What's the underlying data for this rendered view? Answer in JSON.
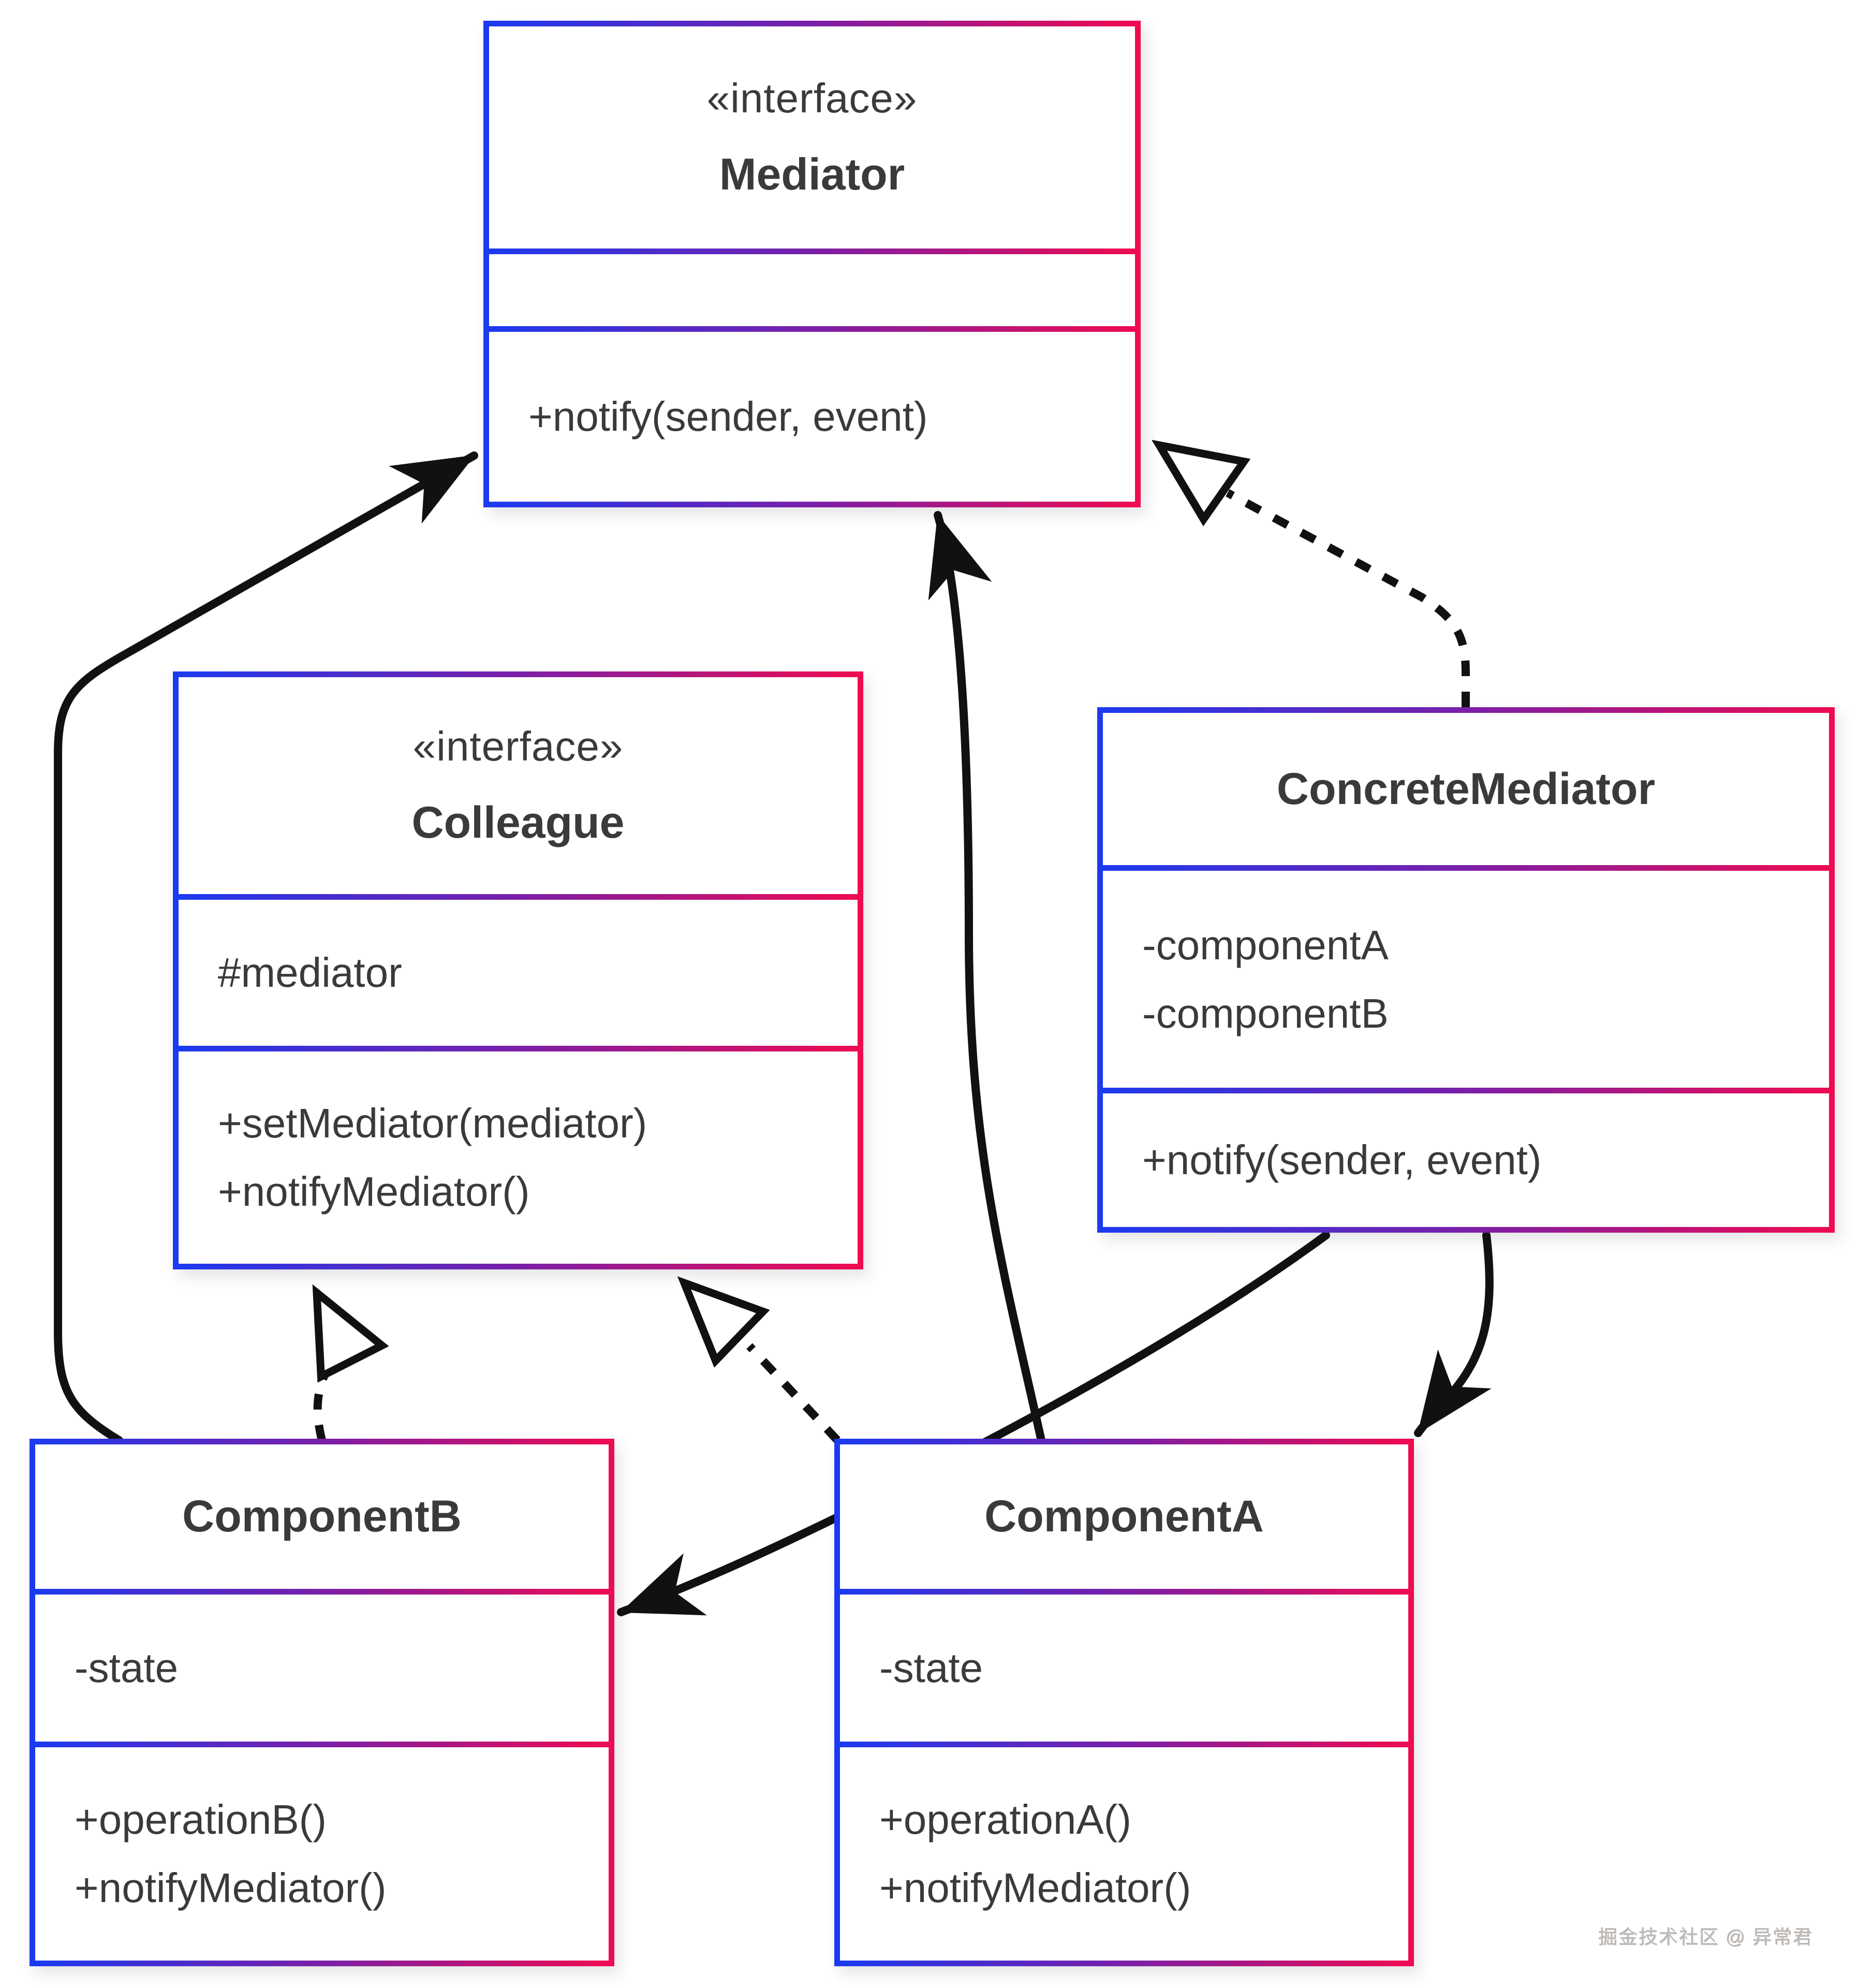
{
  "diagram": {
    "kind": "uml-class-diagram",
    "pattern": "Mediator",
    "background_color": "#ffffff",
    "accent_gradient": {
      "start": "#1c3af0",
      "mid": "#7a1fa8",
      "end": "#ee0b51"
    },
    "edge_color": "#111111",
    "text_color": "#3a3a3a",
    "classes": [
      {
        "id": "mediator",
        "stereotype": "«interface»",
        "name": "Mediator",
        "attributes": [],
        "methods": [
          "+notify(sender, event)"
        ]
      },
      {
        "id": "colleague",
        "stereotype": "«interface»",
        "name": "Colleague",
        "attributes": [
          "#mediator"
        ],
        "methods": [
          "+setMediator(mediator)",
          "+notifyMediator()"
        ]
      },
      {
        "id": "concrete_mediator",
        "stereotype": "",
        "name": "ConcreteMediator",
        "attributes": [
          "-componentA",
          "-componentB"
        ],
        "methods": [
          "+notify(sender, event)"
        ]
      },
      {
        "id": "component_b",
        "stereotype": "",
        "name": "ComponentB",
        "attributes": [
          "-state"
        ],
        "methods": [
          "+operationB()",
          "+notifyMediator()"
        ]
      },
      {
        "id": "component_a",
        "stereotype": "",
        "name": "ComponentA",
        "attributes": [
          "-state"
        ],
        "methods": [
          "+operationA()",
          "+notifyMediator()"
        ]
      }
    ],
    "relationships": [
      {
        "from": "ComponentB",
        "to": "Mediator",
        "type": "association",
        "style": "solid-open-arrow"
      },
      {
        "from": "ComponentA",
        "to": "Mediator",
        "type": "association",
        "style": "solid-open-arrow"
      },
      {
        "from": "ConcreteMediator",
        "to": "Mediator",
        "type": "realization",
        "style": "dashed-hollow-triangle"
      },
      {
        "from": "ComponentB",
        "to": "Colleague",
        "type": "realization",
        "style": "dashed-hollow-triangle"
      },
      {
        "from": "ComponentA",
        "to": "Colleague",
        "type": "realization",
        "style": "dashed-hollow-triangle"
      },
      {
        "from": "ConcreteMediator",
        "to": "ComponentB",
        "type": "association",
        "style": "solid-open-arrow"
      },
      {
        "from": "ConcreteMediator",
        "to": "ComponentA",
        "type": "association",
        "style": "solid-open-arrow"
      }
    ],
    "watermark": "掘金技术社区 @ 异常君"
  }
}
